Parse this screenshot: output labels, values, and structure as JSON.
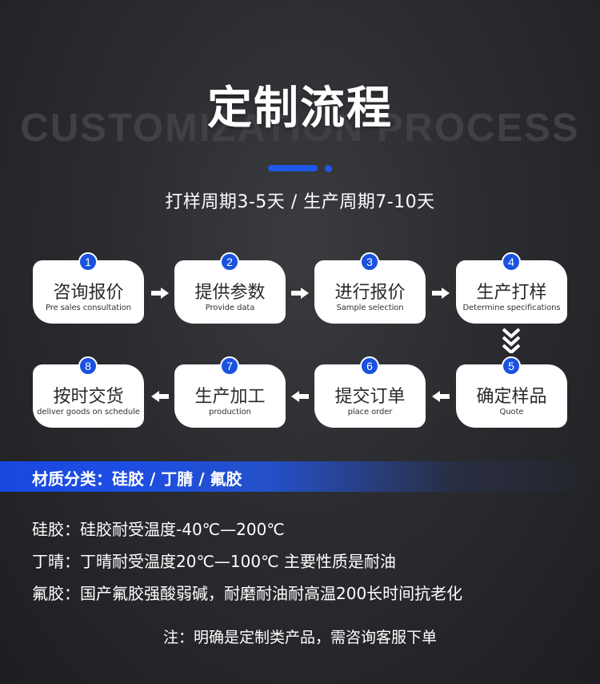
{
  "header": {
    "title": "定制流程",
    "background_word": "CUSTOMIZATION PROCESS",
    "subtitle": "打样周期3-5天 / 生产周期7-10天",
    "accent_color": "#1f57e8"
  },
  "steps": [
    {
      "number": "1",
      "title_cn": "咨询报价",
      "title_en": "Pre sales consultation"
    },
    {
      "number": "2",
      "title_cn": "提供参数",
      "title_en": "Provide data"
    },
    {
      "number": "3",
      "title_cn": "进行报价",
      "title_en": "Sample selection"
    },
    {
      "number": "4",
      "title_cn": "生产打样",
      "title_en": "Determine specifications"
    },
    {
      "number": "5",
      "title_cn": "确定样品",
      "title_en": "Quote"
    },
    {
      "number": "6",
      "title_cn": "提交订单",
      "title_en": "place order"
    },
    {
      "number": "7",
      "title_cn": "生产加工",
      "title_en": "production"
    },
    {
      "number": "8",
      "title_cn": "按时交货",
      "title_en": "deliver goods on schedule"
    }
  ],
  "materials": {
    "heading": "材质分类：硅胶 / 丁腈 / 氟胶",
    "lines": [
      "硅胶：硅胶耐受温度-40℃—200℃",
      "丁晴：丁晴耐受温度20℃—100℃ 主要性质是耐油",
      "氟胶：国产氟胶强酸弱碱，耐磨耐油耐高温200长时间抗老化"
    ]
  },
  "note": "注：明确是定制类产品，需咨询客服下单",
  "icons": {
    "right_arrow": "arrow-right-icon",
    "left_arrow": "arrow-left-icon",
    "down_chevron": "chevron-double-down-icon"
  }
}
